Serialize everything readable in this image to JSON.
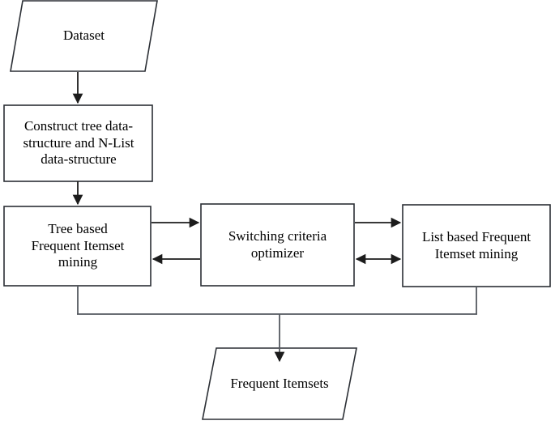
{
  "diagram": {
    "title": "Frequent Itemset Mining Flowchart",
    "stroke_color": "#222222",
    "fill_color": "#ffffff",
    "text_color": "#000000",
    "nodes": {
      "dataset": {
        "label": "Dataset",
        "shape": "parallelogram",
        "role": "input"
      },
      "construct": {
        "label": "Construct tree data-\nstructure and N-List\ndata-structure",
        "shape": "rectangle",
        "role": "process"
      },
      "tree_mining": {
        "label": "Tree based\nFrequent Itemset\nmining",
        "shape": "rectangle",
        "role": "process"
      },
      "switch_optimizer": {
        "label": "Switching criteria\noptimizer",
        "shape": "rectangle",
        "role": "process"
      },
      "list_mining": {
        "label": "List based Frequent\nItemset mining",
        "shape": "rectangle",
        "role": "process"
      },
      "output": {
        "label": "Frequent Itemsets",
        "shape": "parallelogram",
        "role": "output"
      }
    },
    "edges": [
      {
        "id": "dataset-to-construct",
        "from": "dataset",
        "to": "construct",
        "direction": "down",
        "arrowheads": "single"
      },
      {
        "id": "construct-to-tree",
        "from": "construct",
        "to": "tree_mining",
        "direction": "down",
        "arrowheads": "single"
      },
      {
        "id": "tree-to-switch",
        "from": "tree_mining",
        "to": "switch_optimizer",
        "direction": "right",
        "arrowheads": "single"
      },
      {
        "id": "switch-to-tree",
        "from": "switch_optimizer",
        "to": "tree_mining",
        "direction": "left",
        "arrowheads": "single"
      },
      {
        "id": "switch-to-list",
        "from": "switch_optimizer",
        "to": "list_mining",
        "direction": "right",
        "arrowheads": "single"
      },
      {
        "id": "switch-list-bidirectional",
        "from": "switch_optimizer",
        "to": "list_mining",
        "direction": "both",
        "arrowheads": "double"
      },
      {
        "id": "mining-merge-to-output",
        "from": "mining-merge-bar",
        "to": "output",
        "direction": "down",
        "arrowheads": "single"
      }
    ]
  }
}
